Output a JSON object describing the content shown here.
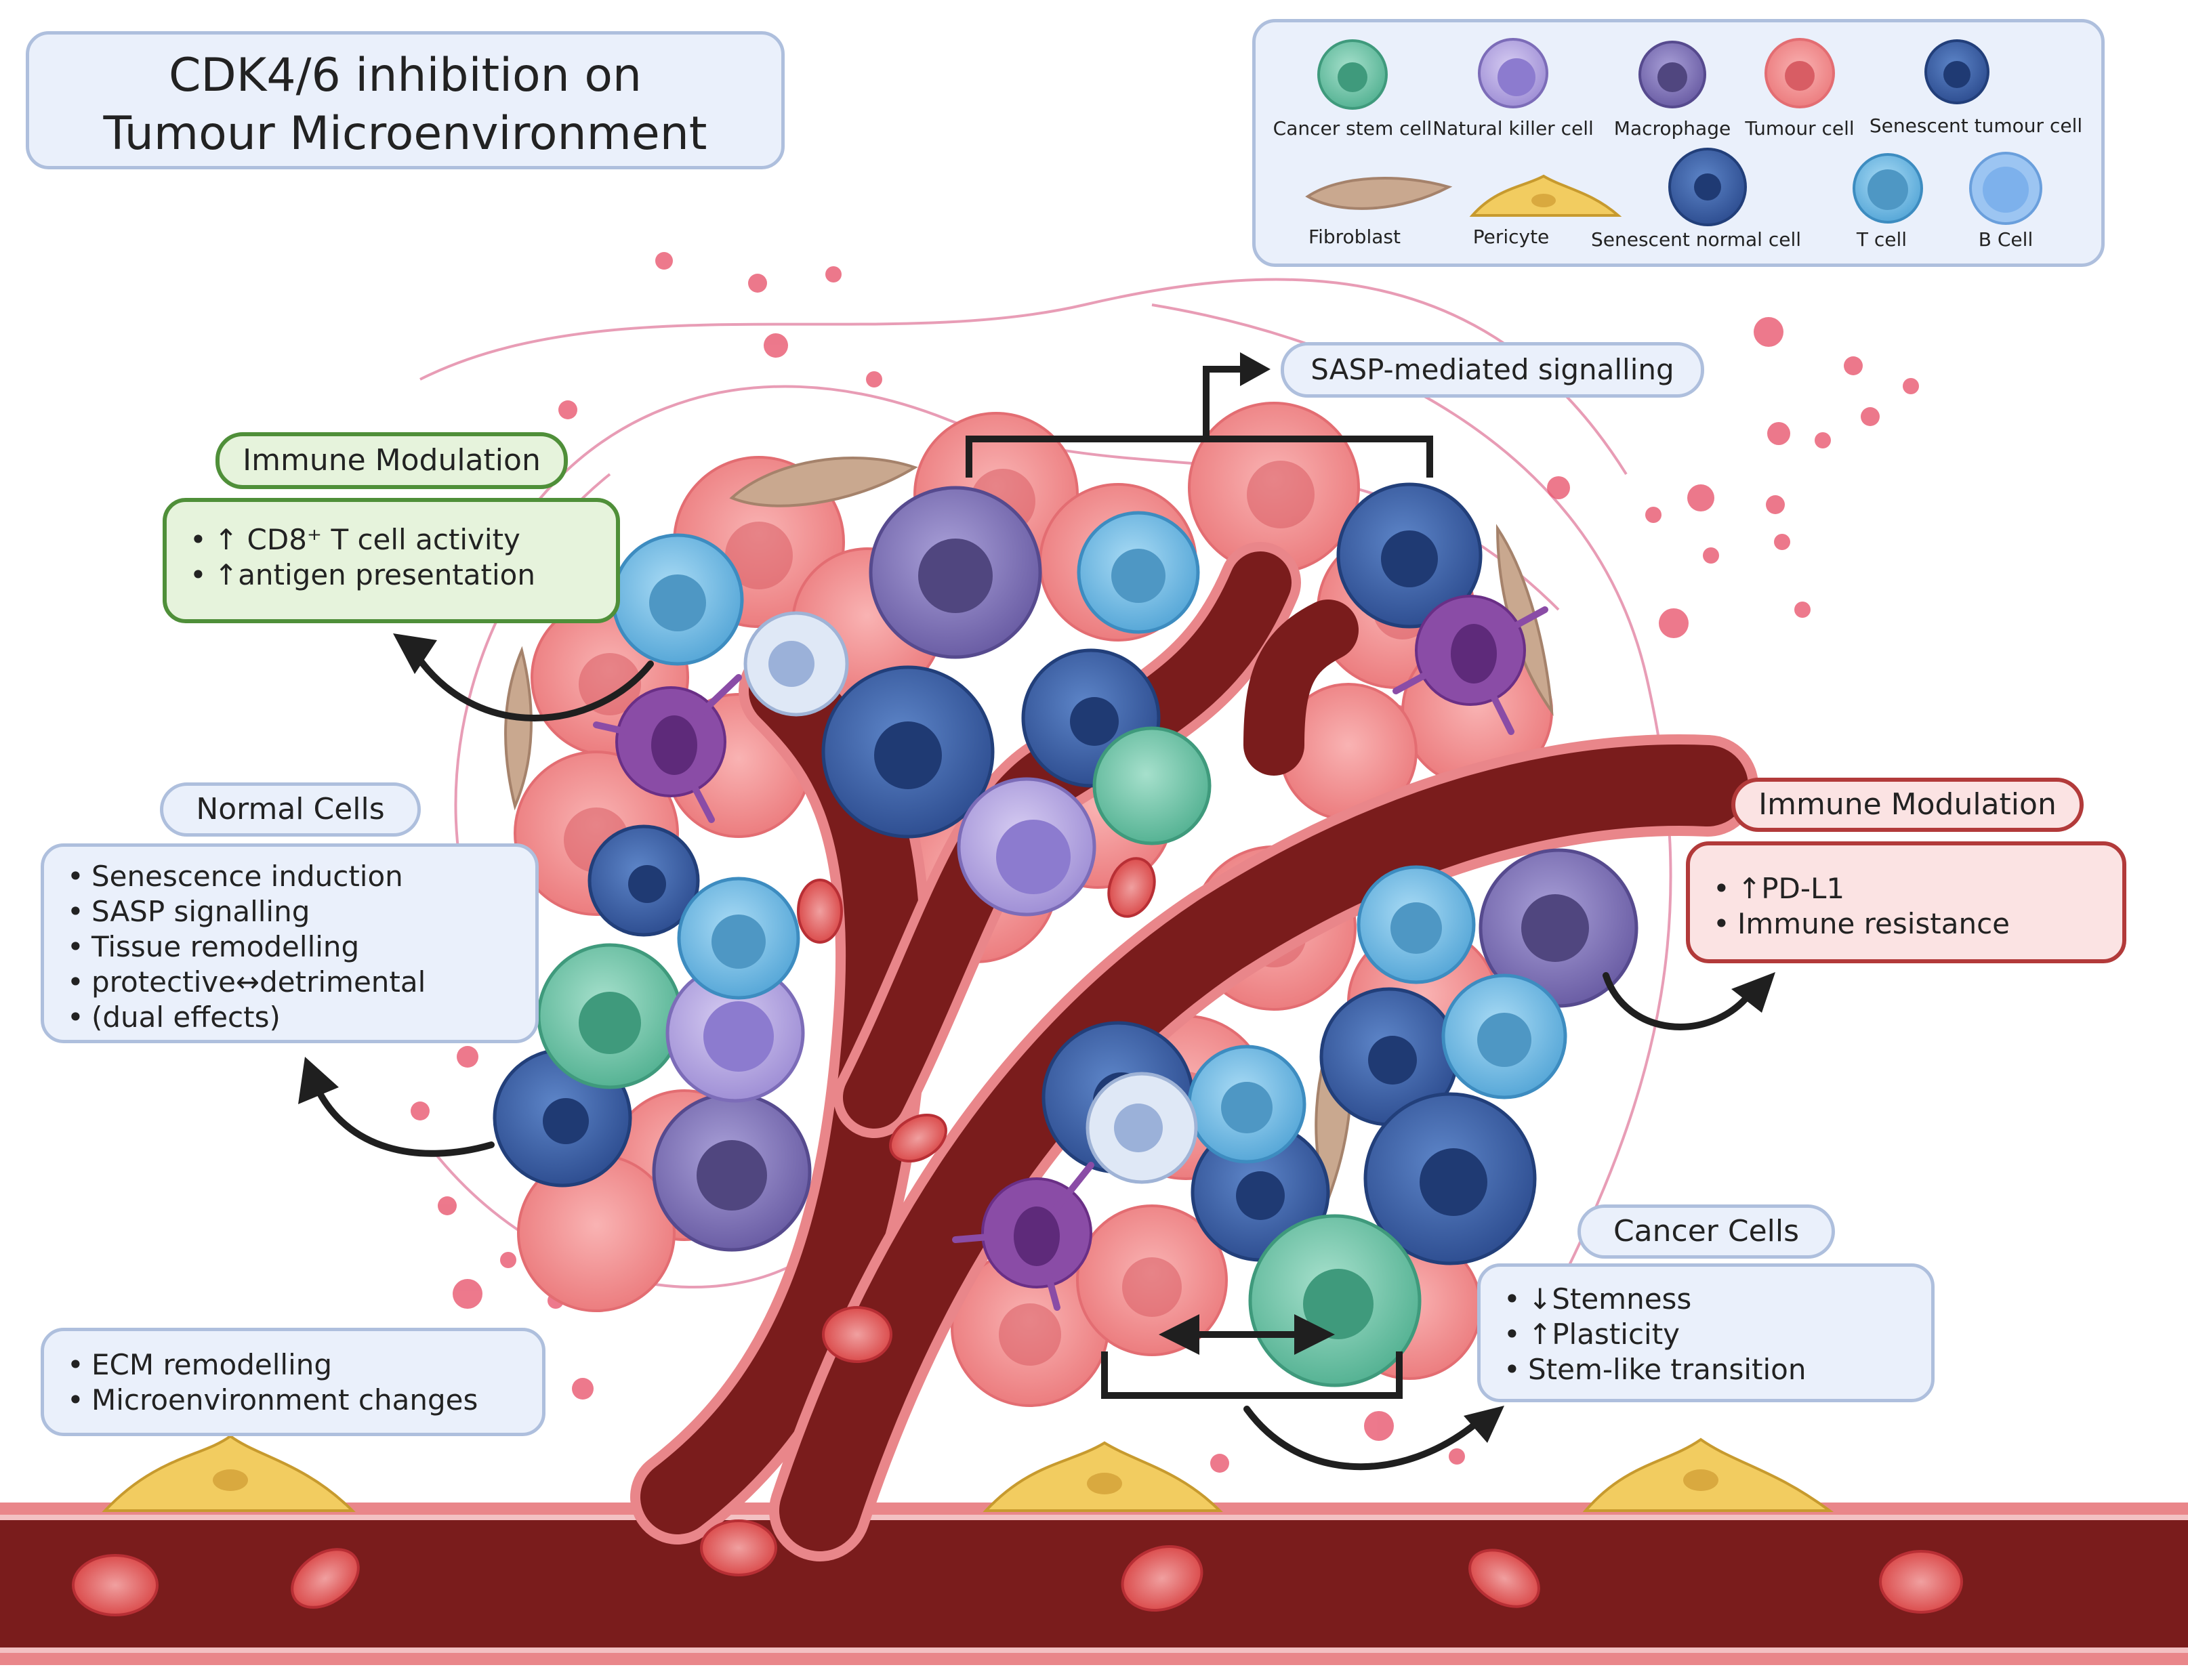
{
  "title": {
    "line1": "CDK4/6 inhibition on",
    "line2": "Tumour Microenvironment"
  },
  "legend": {
    "items": [
      {
        "label": "Cancer stem cell",
        "icon": "cancer-stem-cell-icon"
      },
      {
        "label": "Natural killer cell",
        "icon": "natural-killer-cell-icon"
      },
      {
        "label": "Macrophage",
        "icon": "macrophage-icon"
      },
      {
        "label": "Tumour cell",
        "icon": "tumour-cell-icon"
      },
      {
        "label": "Senescent tumour cell",
        "icon": "senescent-tumour-cell-icon"
      },
      {
        "label": "Fibroblast",
        "icon": "fibroblast-icon"
      },
      {
        "label": "Pericyte",
        "icon": "pericyte-icon"
      },
      {
        "label": "Senescent normal cell",
        "icon": "senescent-normal-cell-icon"
      },
      {
        "label": "T cell",
        "icon": "t-cell-icon"
      },
      {
        "label": "B Cell",
        "icon": "b-cell-icon"
      }
    ]
  },
  "sasp": {
    "label": "SASP-mediated signalling"
  },
  "immune_green": {
    "heading": "Immune Modulation",
    "items": [
      "↑ CD8⁺ T cell activity",
      "↑antigen presentation"
    ]
  },
  "normal_cells": {
    "heading": "Normal Cells",
    "items": [
      "Senescence induction",
      "SASP signalling",
      "Tissue remodelling",
      "protective↔detrimental",
      "(dual effects)"
    ]
  },
  "immune_red": {
    "heading": "Immune Modulation",
    "items": [
      "↑PD-L1",
      "Immune resistance"
    ]
  },
  "cancer_cells": {
    "heading": "Cancer Cells",
    "items": [
      "↓Stemness",
      "↑Plasticity",
      "Stem-like transition"
    ]
  },
  "ecm": {
    "items": [
      "ECM remodelling",
      "Microenvironment changes"
    ]
  },
  "colors": {
    "vessel": "#7a1c1c",
    "vessel_wall": "#e9868a",
    "tumour_cell": "#f08c8c",
    "senescent": "#3f64a8",
    "t_cell": "#6fb6e0",
    "macrophage": "#7b6fb0",
    "stem": "#6cc4a9",
    "dendritic": "#8a4ca6",
    "pericyte": "#f2cc60",
    "fibroblast": "#c9a88f",
    "nk": "#a796d8"
  }
}
